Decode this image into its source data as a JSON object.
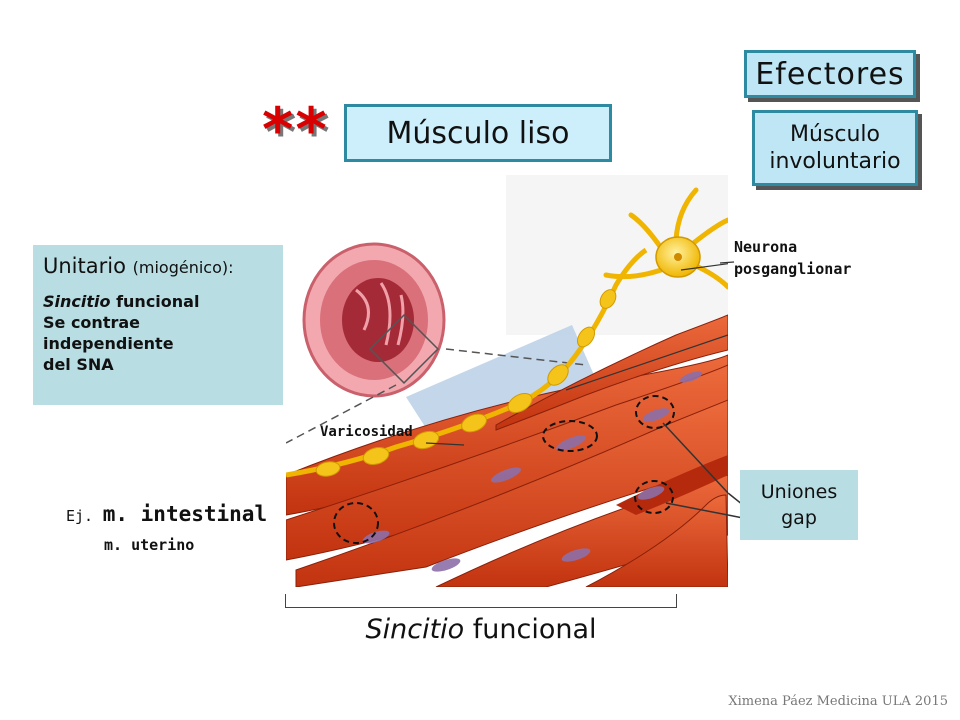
{
  "efectores": "Efectores",
  "involuntario": {
    "line1": "Músculo",
    "line2": "involuntario"
  },
  "stars": "**",
  "title": "Músculo liso",
  "unitario": {
    "title": "Unitario",
    "paren": "(miogénico):",
    "sincitio_italic": "Sincitio",
    "sincitio_rest": " funcional",
    "line2": "Se contrae",
    "line3": "independiente",
    "line4": "del SNA"
  },
  "example": {
    "prefix": "Ej.",
    "first": "m. intestinal",
    "second": "m. uterino"
  },
  "diagram": {
    "neurona_line1": "Neurona",
    "neurona_line2": "posganglionar",
    "varicosidad": "Varicosidad",
    "colors": {
      "muscle": "#d8421c",
      "neuron": "#f5c41a",
      "nucleus": "#8d6fa8",
      "vessel_wall": "#d9707a"
    }
  },
  "gap": {
    "line1": "Uniones",
    "line2": "gap"
  },
  "footer": {
    "italic": "Sincitio",
    "rest": " funcional"
  },
  "credit": "Ximena Páez Medicina ULA 2015"
}
